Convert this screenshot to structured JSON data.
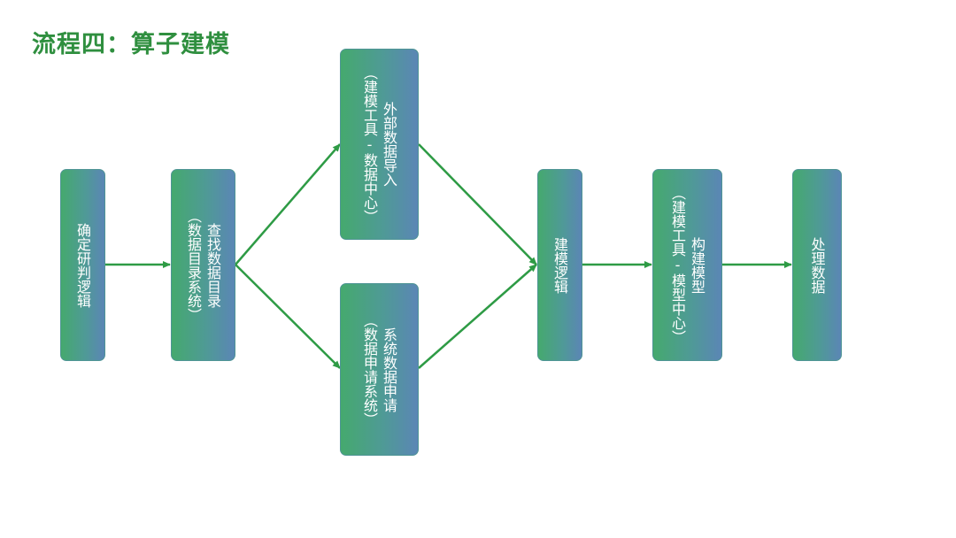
{
  "title": "流程四：算子建模",
  "colors": {
    "title": "#2f8f3f",
    "arrow": "#2e9b45",
    "node_left": "#45a96e",
    "node_right": "#5b86b5"
  },
  "nodes": {
    "determine": {
      "lines": [
        "确定研判逻辑"
      ]
    },
    "catalog": {
      "lines": [
        "查找数据目录",
        "（数据目录系统）"
      ]
    },
    "external": {
      "lines": [
        "外部数据导入",
        "（建模工具-数据中心）"
      ]
    },
    "request": {
      "lines": [
        "系统数据申请",
        "（数据申请系统）"
      ]
    },
    "logic": {
      "lines": [
        "建模逻辑"
      ]
    },
    "build": {
      "lines": [
        "构建模型",
        "（建模工具-模型中心）"
      ]
    },
    "process": {
      "lines": [
        "处理数据"
      ]
    }
  }
}
